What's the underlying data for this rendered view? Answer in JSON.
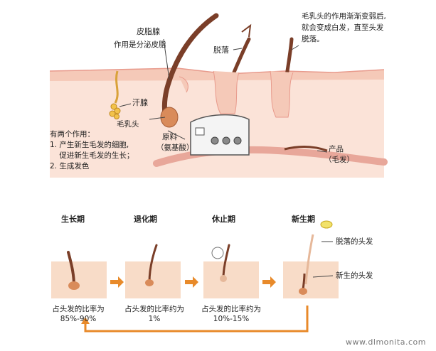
{
  "labels": {
    "sebaceous_gland": "皮脂腺",
    "sebaceous_role": "作用是分泌皮脂",
    "shedding": "脱落",
    "papilla_weaken": [
      "毛乳头的作用渐渐变弱后,",
      "就会变成白发，直至头发",
      "脱落。"
    ],
    "sweat_gland": "汗腺",
    "papilla": "毛乳头",
    "papilla_roles": [
      "有两个作用：",
      "1. 产生新生毛发的细胞,",
      "    促进新生毛发的生长；",
      "2. 生成发色"
    ],
    "raw_material": [
      "原料",
      "（氨基酸）"
    ],
    "product": [
      "产品",
      "（毛发）"
    ]
  },
  "stages": [
    {
      "title": "生长期",
      "ratio": [
        "占头发的比率为",
        "85%-90%"
      ]
    },
    {
      "title": "退化期",
      "ratio": [
        "占头发的比率约为",
        "1%"
      ]
    },
    {
      "title": "休止期",
      "ratio": [
        "占头发的比率约为",
        "10%-15%"
      ]
    },
    {
      "title": "新生期",
      "ratio": []
    }
  ],
  "new_stage_labels": {
    "shed_hair": "脱落的头发",
    "new_hair": "新生的头发"
  },
  "watermark": "www.dlmonita.com",
  "colors": {
    "skin": "#f7d6c8",
    "skin_edge": "#e89a8c",
    "hair": "#7a3e28",
    "arrow": "#e88a2a"
  }
}
